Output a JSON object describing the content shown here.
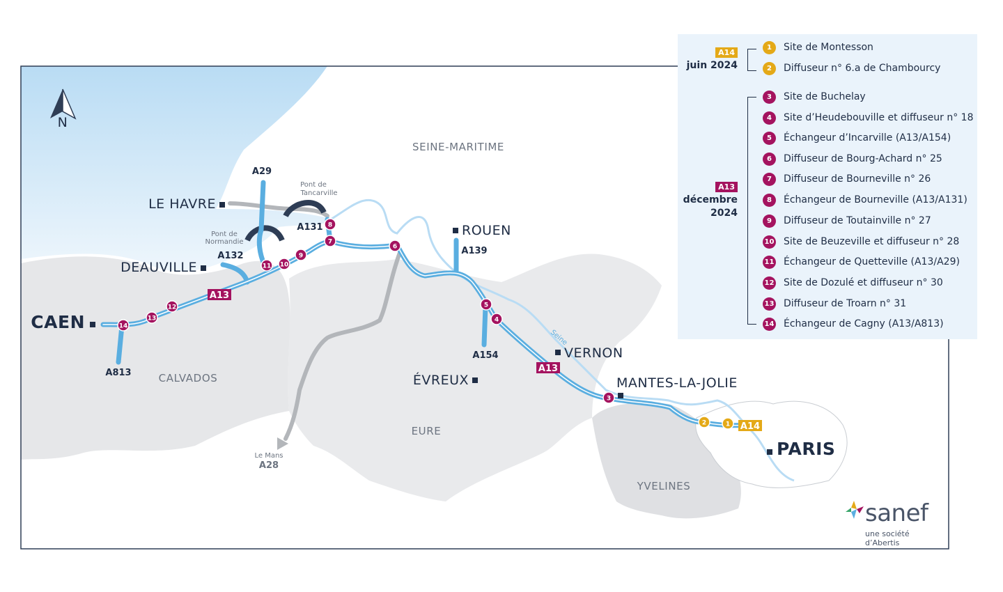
{
  "compass": {
    "letter": "N"
  },
  "departments": {
    "seine_maritime": "SEINE-MARITIME",
    "calvados": "CALVADOS",
    "eure": "EURE",
    "yvelines": "YVELINES"
  },
  "cities": {
    "le_havre": "LE HAVRE",
    "deauville": "DEAUVILLE",
    "caen": "CAEN",
    "rouen": "ROUEN",
    "vernon": "VERNON",
    "evreux": "ÉVREUX",
    "mantes": "MANTES-LA-JOLIE",
    "paris": "PARIS"
  },
  "roads": {
    "a29": "A29",
    "a131": "A131",
    "a132": "A132",
    "a13_west": "A13",
    "a813": "A813",
    "a139": "A139",
    "a154": "A154",
    "a13_east": "A13",
    "a14": "A14",
    "a28": "A28"
  },
  "bridges": {
    "tancarville": [
      "Pont de",
      "Tancarville"
    ],
    "normandie": [
      "Pont de",
      "Normandie"
    ]
  },
  "le_mans": "Le Mans",
  "river": "Seine",
  "markers": [
    {
      "n": "1"
    },
    {
      "n": "2"
    },
    {
      "n": "3"
    },
    {
      "n": "4"
    },
    {
      "n": "5"
    },
    {
      "n": "6"
    },
    {
      "n": "7"
    },
    {
      "n": "8"
    },
    {
      "n": "9"
    },
    {
      "n": "10"
    },
    {
      "n": "11"
    },
    {
      "n": "12"
    },
    {
      "n": "13"
    },
    {
      "n": "14"
    }
  ],
  "legend": {
    "group_a14": {
      "badge": "A14",
      "date": "juin 2024"
    },
    "group_a13": {
      "badge": "A13",
      "date1": "décembre",
      "date2": "2024"
    },
    "items": [
      {
        "n": "1",
        "label": "Site de Montesson"
      },
      {
        "n": "2",
        "label": "Diffuseur n° 6.a de Chambourcy"
      },
      {
        "n": "3",
        "label": "Site de Buchelay"
      },
      {
        "n": "4",
        "label": "Site d’Heudebouville et diffuseur n° 18"
      },
      {
        "n": "5",
        "label": "Échangeur d’Incarville (A13/A154)"
      },
      {
        "n": "6",
        "label": "Diffuseur de Bourg-Achard n° 25"
      },
      {
        "n": "7",
        "label": "Diffuseur de Bourneville n° 26"
      },
      {
        "n": "8",
        "label": "Échangeur de Bourneville (A13/A131)"
      },
      {
        "n": "9",
        "label": "Diffuseur de Toutainville n° 27"
      },
      {
        "n": "10",
        "label": "Site de Beuzeville et diffuseur n° 28"
      },
      {
        "n": "11",
        "label": "Échangeur de Quetteville (A13/A29)"
      },
      {
        "n": "12",
        "label": "Site de Dozulé et diffuseur n° 30"
      },
      {
        "n": "13",
        "label": "Diffuseur de Troarn n° 31"
      },
      {
        "n": "14",
        "label": "Échangeur de Cagny (A13/A813)"
      }
    ]
  },
  "brand": {
    "name": "sanef",
    "tagline": "une société d’Abertis"
  },
  "colors": {
    "a14": "#e4a917",
    "a13": "#a4135f",
    "highway": "#5aaee0",
    "sea": "#cfe6f6",
    "land": "#e6e7e9"
  }
}
